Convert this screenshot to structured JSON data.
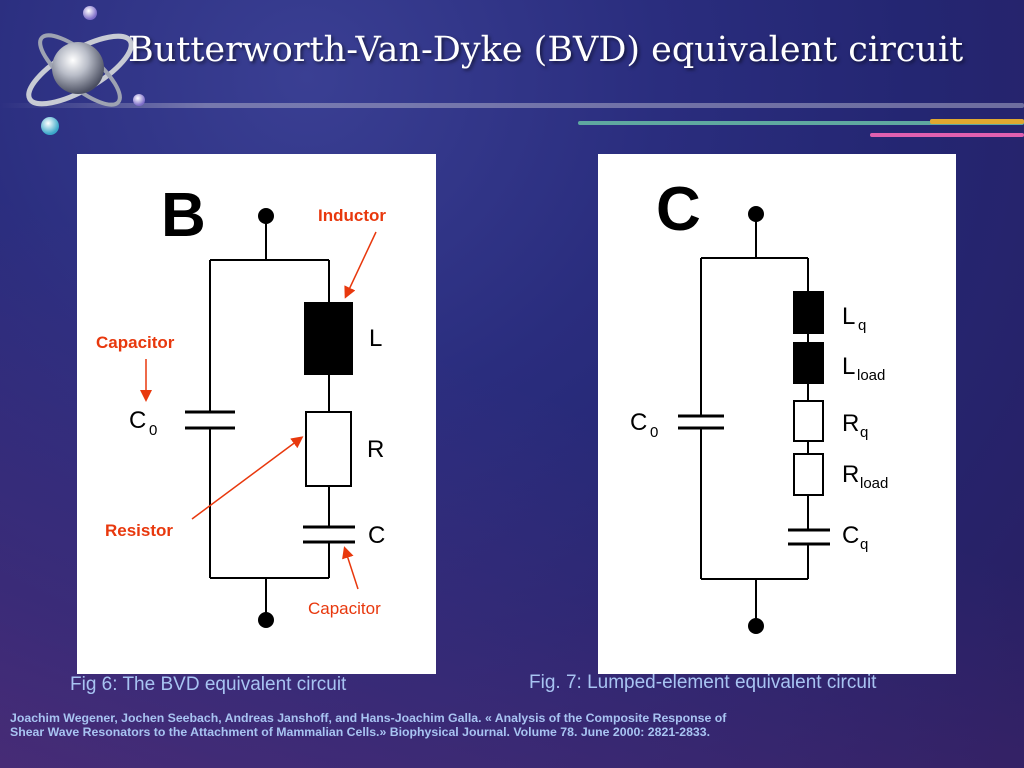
{
  "slide": {
    "title": "Butterworth-Van-Dyke (BVD) equivalent circuit"
  },
  "colors": {
    "title": "#ffffff",
    "caption": "#a8c4f2",
    "annotation": "#e8380d",
    "circuit": "#000000"
  },
  "icons": {
    "logo": "atom-orbit-icon"
  },
  "figure_b": {
    "panel_letter": "B",
    "components": {
      "inductor": "L",
      "resistor": "R",
      "capacitor": "C",
      "static_capacitor_main": "C",
      "static_capacitor_sub": "0"
    },
    "annotations": {
      "inductor": "Inductor",
      "capacitor_left": "Capacitor",
      "resistor": "Resistor",
      "capacitor_bottom": "Capacitor"
    },
    "caption": "Fig 6: The BVD equivalent circuit"
  },
  "figure_c": {
    "panel_letter": "C",
    "components": {
      "lq_main": "L",
      "lq_sub": "q",
      "lload_main": "L",
      "lload_sub": "load",
      "rq_main": "R",
      "rq_sub": "q",
      "rload_main": "R",
      "rload_sub": "load",
      "cq_main": "C",
      "cq_sub": "q",
      "c0_main": "C",
      "c0_sub": "0"
    },
    "caption": "Fig. 7: Lumped-element equivalent circuit"
  },
  "citation": {
    "line1": "Joachim Wegener, Jochen Seebach, Andreas Janshoff, and Hans-Joachim Galla. « Analysis of the Composite Response of",
    "line2": "Shear Wave Resonators to the Attachment of Mammalian Cells.» Biophysical Journal. Volume 78. June 2000: 2821-2833."
  }
}
